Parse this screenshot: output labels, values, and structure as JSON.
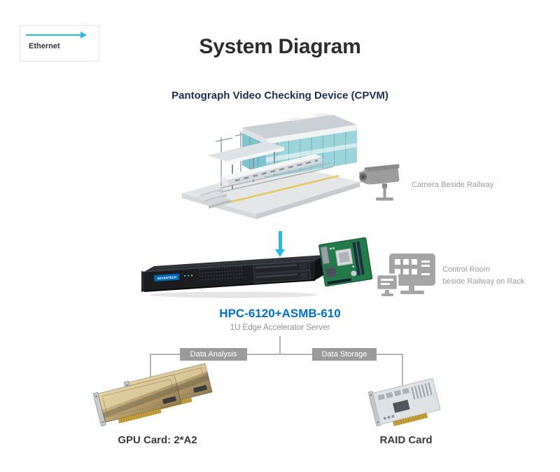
{
  "title": "System Diagram",
  "legend": {
    "label": "Ethernet"
  },
  "subtitle": "Pantograph Video Checking Device (CPVM)",
  "camera_label": "Camera Beside Railway",
  "control_room": {
    "line1": "Control Room",
    "line2": "beside Railway on Rack"
  },
  "server": {
    "model": "HPC-6120+ASMB-610",
    "description": "1U Edge Accelerator Server",
    "logo": "ADVANTECH"
  },
  "flows": {
    "analysis": "Data Analysis",
    "storage": "Data Storage"
  },
  "cards": {
    "gpu": "GPU Card: 2*A2",
    "raid": "RAID Card"
  },
  "colors": {
    "accent_cyan": "#2bb7e5",
    "product_blue": "#0070bf",
    "badge_gray": "#9b9b9b",
    "connector_gray": "#b5b5b5",
    "annotation_gray": "#9b9b9b",
    "title_dark": "#2d2d2d",
    "subtitle_navy": "#1e2f50"
  }
}
